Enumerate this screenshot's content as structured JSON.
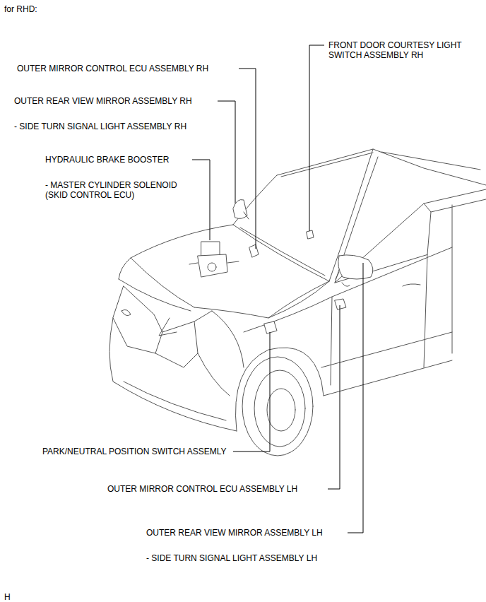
{
  "diagram": {
    "title": "for RHD:",
    "labels": [
      "OUTER MIRROR CONTROL ECU ASSEMBLY RH",
      "FRONT DOOR COURTESY LIGHT SWITCH ASSEMBLY RH",
      "OUTER REAR VIEW MIRROR ASSEMBLY RH",
      "- SIDE TURN SIGNAL LIGHT ASSEMBLY RH",
      "HYDRAULIC BRAKE BOOSTER",
      "- MASTER CYLINDER SOLENOID (SKID CONTROL ECU)",
      "PARK/NEUTRAL POSITION SWITCH ASSEMLY",
      "OUTER MIRROR CONTROL ECU ASSEMBLY LH",
      "OUTER REAR VIEW MIRROR ASSEMBLY LH",
      "- SIDE TURN SIGNAL LIGHT ASSEMBLY LH",
      "H"
    ]
  }
}
